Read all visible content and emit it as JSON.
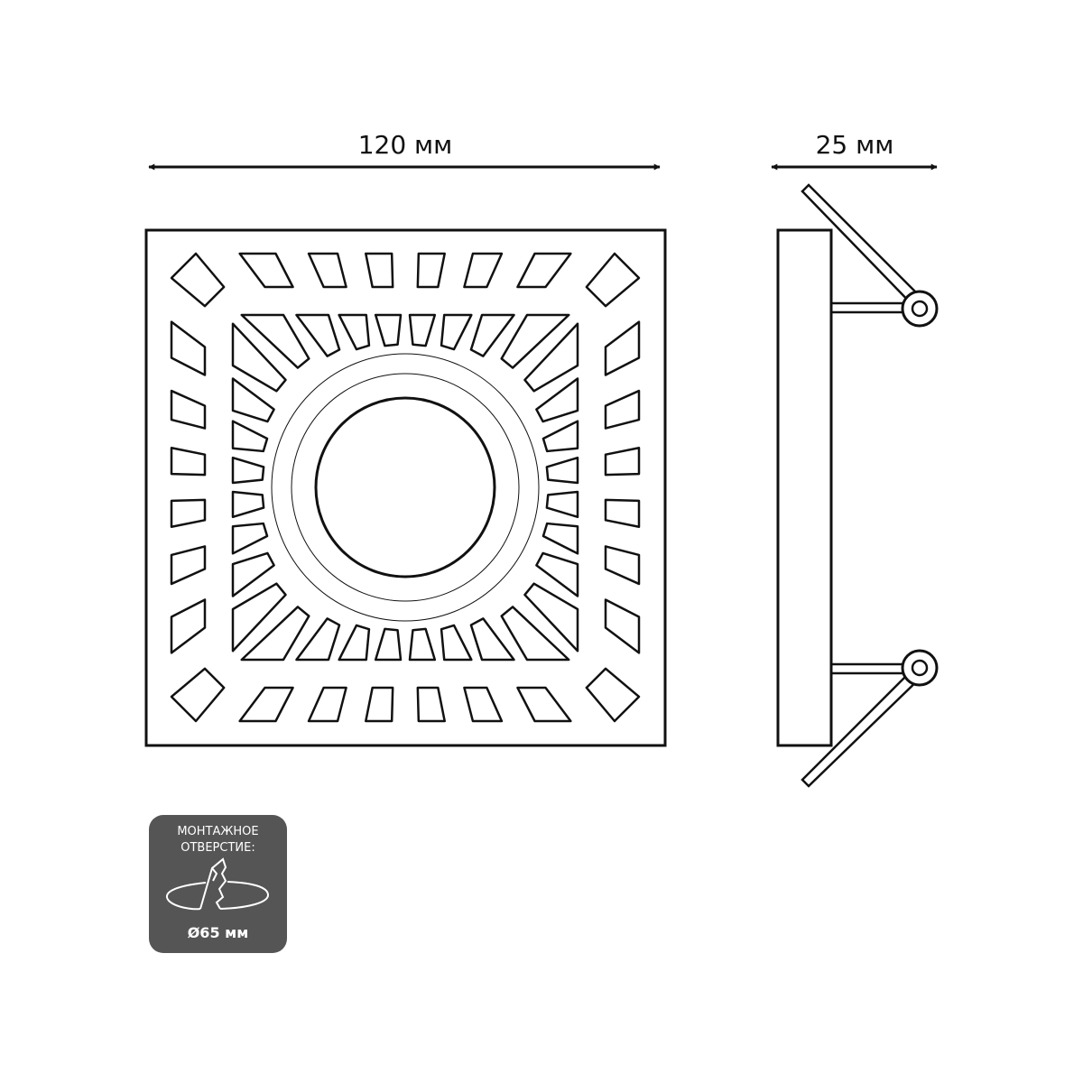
{
  "dimensions": {
    "width_label": "120 мм",
    "depth_label": "25 мм"
  },
  "badge": {
    "line1": "МОНТАЖНОЕ",
    "line2": "ОТВЕРСТИЕ:",
    "diameter": "Ø65 мм",
    "icon": "cut-hole-icon",
    "color": "#555555"
  },
  "colors": {
    "line": "#111111"
  }
}
